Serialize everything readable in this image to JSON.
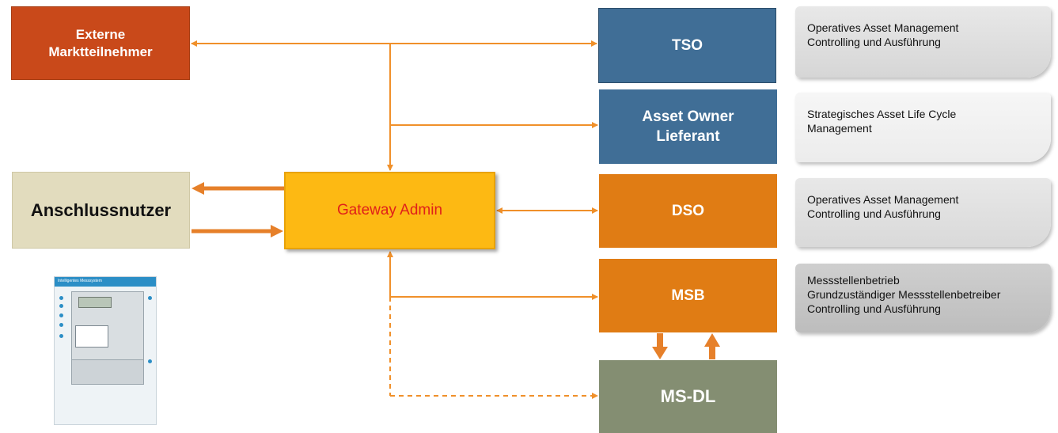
{
  "boxes": {
    "externe": "Externe\nMarktteilnehmer",
    "tso": "TSO",
    "asset_owner": "Asset Owner\nLieferant",
    "dso": "DSO",
    "msb": "MSB",
    "ms_dl": "MS-DL",
    "anschlussnutzer": "Anschlussnutzer",
    "gateway_admin": "Gateway Admin"
  },
  "descriptions": {
    "tso": "Operatives Asset Management\nControlling und Ausführung",
    "asset_owner": "Strategisches Asset Life Cycle\nManagement",
    "dso": "Operatives Asset Management\nControlling und Ausführung",
    "msb": "Messstellenbetrieb\nGrundzuständiger Messstellenbetreiber\nControlling und Ausführung"
  },
  "meter_image": {
    "header": "Intelligentes Messsystem"
  },
  "colors": {
    "connector": "#f0902a",
    "arrow_thick": "#e6802a"
  }
}
